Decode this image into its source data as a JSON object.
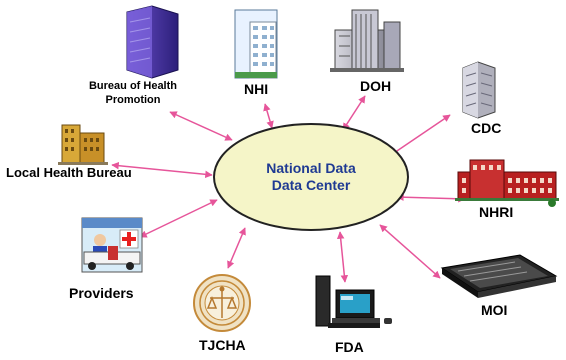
{
  "center": {
    "line1": "National Data",
    "line2": "Data Center"
  },
  "colors": {
    "ellipse_fill": "#f5f5c8",
    "ellipse_stroke": "#222222",
    "center_text": "#1f3a93",
    "arrow": "#e6559a"
  },
  "nodes": [
    {
      "id": "bhp",
      "label_line1": "Bureau of Health",
      "label_line2": "Promotion",
      "icon": "purple-office-tower-icon"
    },
    {
      "id": "nhi",
      "label": "NHI",
      "icon": "white-office-building-icon"
    },
    {
      "id": "doh",
      "label": "DOH",
      "icon": "gray-building-complex-icon"
    },
    {
      "id": "cdc",
      "label": "CDC",
      "icon": "gray-tower-building-icon"
    },
    {
      "id": "nhri",
      "label": "NHRI",
      "icon": "red-brick-campus-icon"
    },
    {
      "id": "moi",
      "label": "MOI",
      "icon": "rack-server-icon"
    },
    {
      "id": "fda",
      "label": "FDA",
      "icon": "desktop-computer-icon"
    },
    {
      "id": "tjcha",
      "label": "TJCHA",
      "icon": "tjcha-seal-icon"
    },
    {
      "id": "providers",
      "label": "Providers",
      "icon": "hospital-ambulance-icon"
    },
    {
      "id": "lhb",
      "label": "Local Health Bureau",
      "icon": "yellow-building-icon"
    }
  ]
}
